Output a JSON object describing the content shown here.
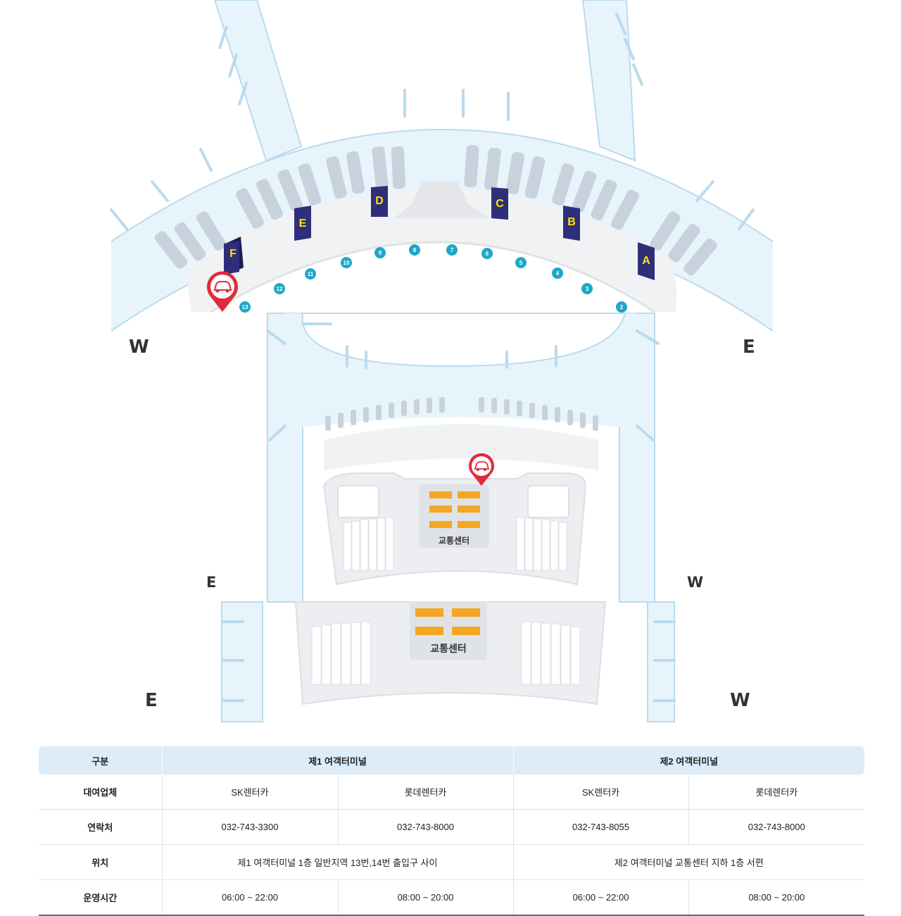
{
  "map": {
    "concourses": [
      "A",
      "B",
      "C",
      "D",
      "E",
      "F"
    ],
    "gates": [
      "2",
      "3",
      "4",
      "5",
      "6",
      "7",
      "8",
      "9",
      "10",
      "11",
      "12",
      "13"
    ],
    "compass": {
      "t1_left": "W",
      "t1_right": "E",
      "t2_left": "E",
      "t2_right": "W",
      "t2b1_left": "E",
      "t2b1_right": "W"
    },
    "transport_center_label": "교통센터",
    "transport_center_label_b1": "교통센터",
    "rental_pin_icon": "car-location-pin-icon",
    "colors": {
      "apron": "#e8f4fb",
      "terminal": "#f1f2f4",
      "concourse_block": "#2e2f7a",
      "concourse_letter": "#ffe500",
      "gate_badge": "#1ea7c8",
      "pin": "#e02b3a",
      "parking_orange": "#f5a623"
    }
  },
  "table": {
    "header": {
      "category": "구분",
      "t1": "제1 여객터미널",
      "t2": "제2 여객터미널"
    },
    "rows": {
      "company": {
        "label": "대여업체",
        "t1_sk": "SK렌터카",
        "t1_lotte": "롯데렌터카",
        "t2_sk": "SK렌터카",
        "t2_lotte": "롯데렌터카"
      },
      "contact": {
        "label": "연락처",
        "t1_sk": "032-743-3300",
        "t1_lotte": "032-743-8000",
        "t2_sk": "032-743-8055",
        "t2_lotte": "032-743-8000"
      },
      "location": {
        "label": "위치",
        "t1": "제1 여객터미널 1층 일반지역 13번,14번 출입구 사이",
        "t2": "제2 여객터미널 교통센터 지하 1층 서편"
      },
      "hours": {
        "label": "운영시간",
        "t1_sk": "06:00 ~ 22:00",
        "t1_lotte": "08:00 ~ 20:00",
        "t2_sk": "06:00 ~ 22:00",
        "t2_lotte": "08:00 ~ 20:00"
      }
    }
  }
}
